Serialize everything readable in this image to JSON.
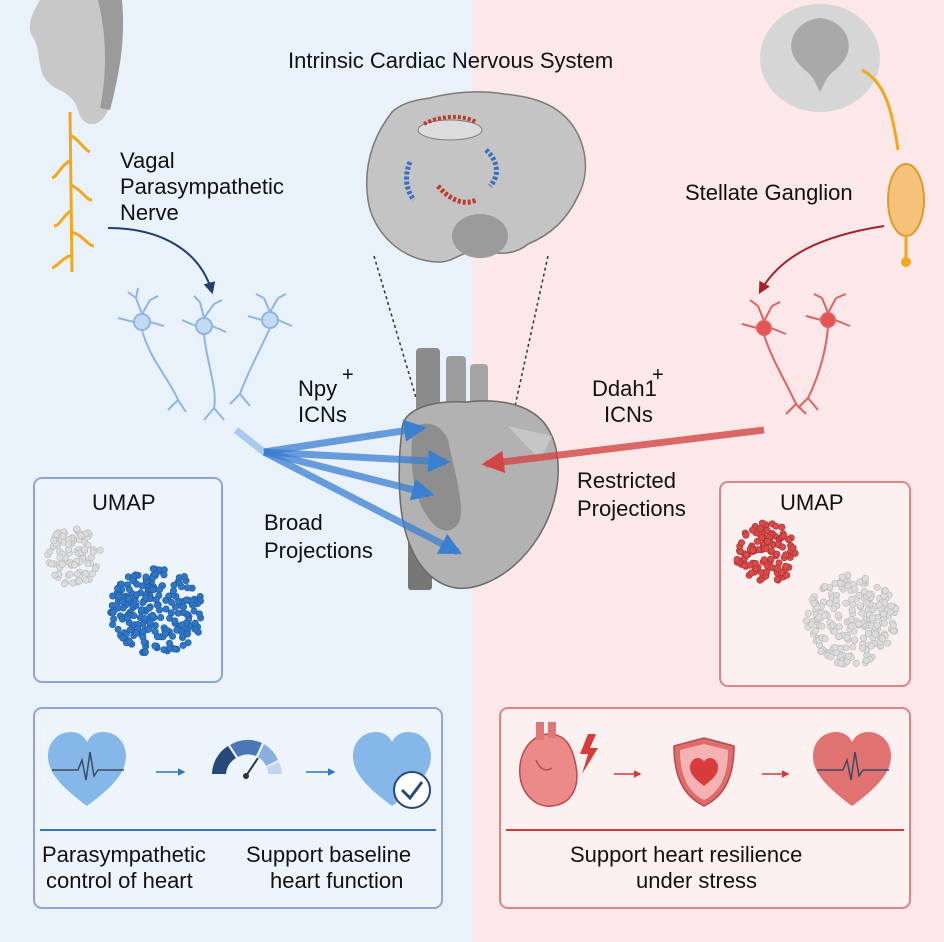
{
  "title": "Intrinsic Cardiac Nervous System",
  "left": {
    "nerve_label": [
      "Vagal",
      "Parasympathetic",
      "Nerve"
    ],
    "neuron_label": "Npy",
    "neuron_sup": "+",
    "neuron_sub": "ICNs",
    "projection_label": [
      "Broad",
      "Projections"
    ],
    "umap_title": "UMAP",
    "outcome_1": [
      "Parasympathetic",
      "control of heart"
    ],
    "outcome_2": [
      "Support baseline",
      "heart function"
    ],
    "color": "#2f76c4"
  },
  "right": {
    "nerve_label": "Stellate Ganglion",
    "neuron_label": "Ddah1",
    "neuron_sup": "+",
    "neuron_sub": "ICNs",
    "projection_label": [
      "Restricted",
      "Projections"
    ],
    "umap_title": "UMAP",
    "outcome": [
      "Support heart resilience",
      "under stress"
    ],
    "color": "#d94a4a"
  },
  "colors": {
    "left_bg": "#e9f1fb",
    "right_bg": "#fce8e8",
    "blue_panel_border": "#8fa6d4",
    "red_panel_border": "#dd8585",
    "heart_gray": "#bdbdbd"
  },
  "icons": [
    "ecg-heart-icon",
    "gauge-icon",
    "heart-check-icon",
    "damaged-heart-icon",
    "lightning-icon",
    "shield-heart-icon",
    "ecg-heart-icon"
  ]
}
